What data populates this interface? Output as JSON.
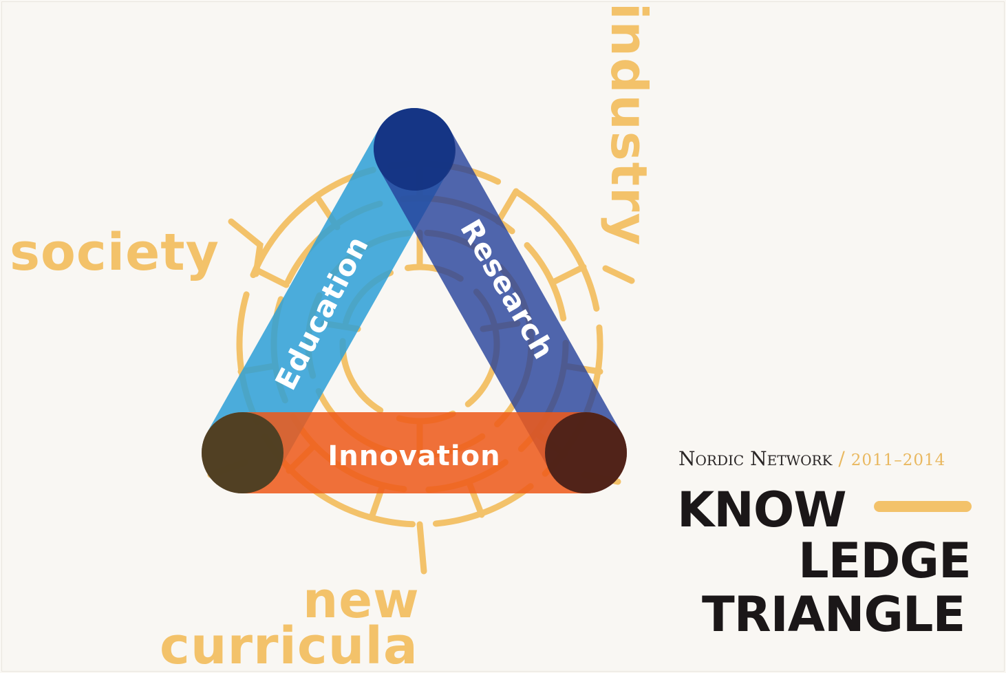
{
  "labels": {
    "society": "society",
    "industry": "industry",
    "new": "new",
    "curricula": "curricula"
  },
  "triangle": {
    "education": "Education",
    "research": "Research",
    "innovation": "Innovation"
  },
  "header": {
    "network": "Nordic Network",
    "separator": "/",
    "years": "2011–2014"
  },
  "title": {
    "line1": "KNOW",
    "line2": "LEDGE",
    "line3": "TRIANGLE"
  },
  "colors": {
    "background": "#f9f7f3",
    "gold": "#f3c26a",
    "education": "#2f9fd6",
    "research": "#24409a",
    "innovation": "#ee5a1a",
    "title": "#1b1718"
  }
}
